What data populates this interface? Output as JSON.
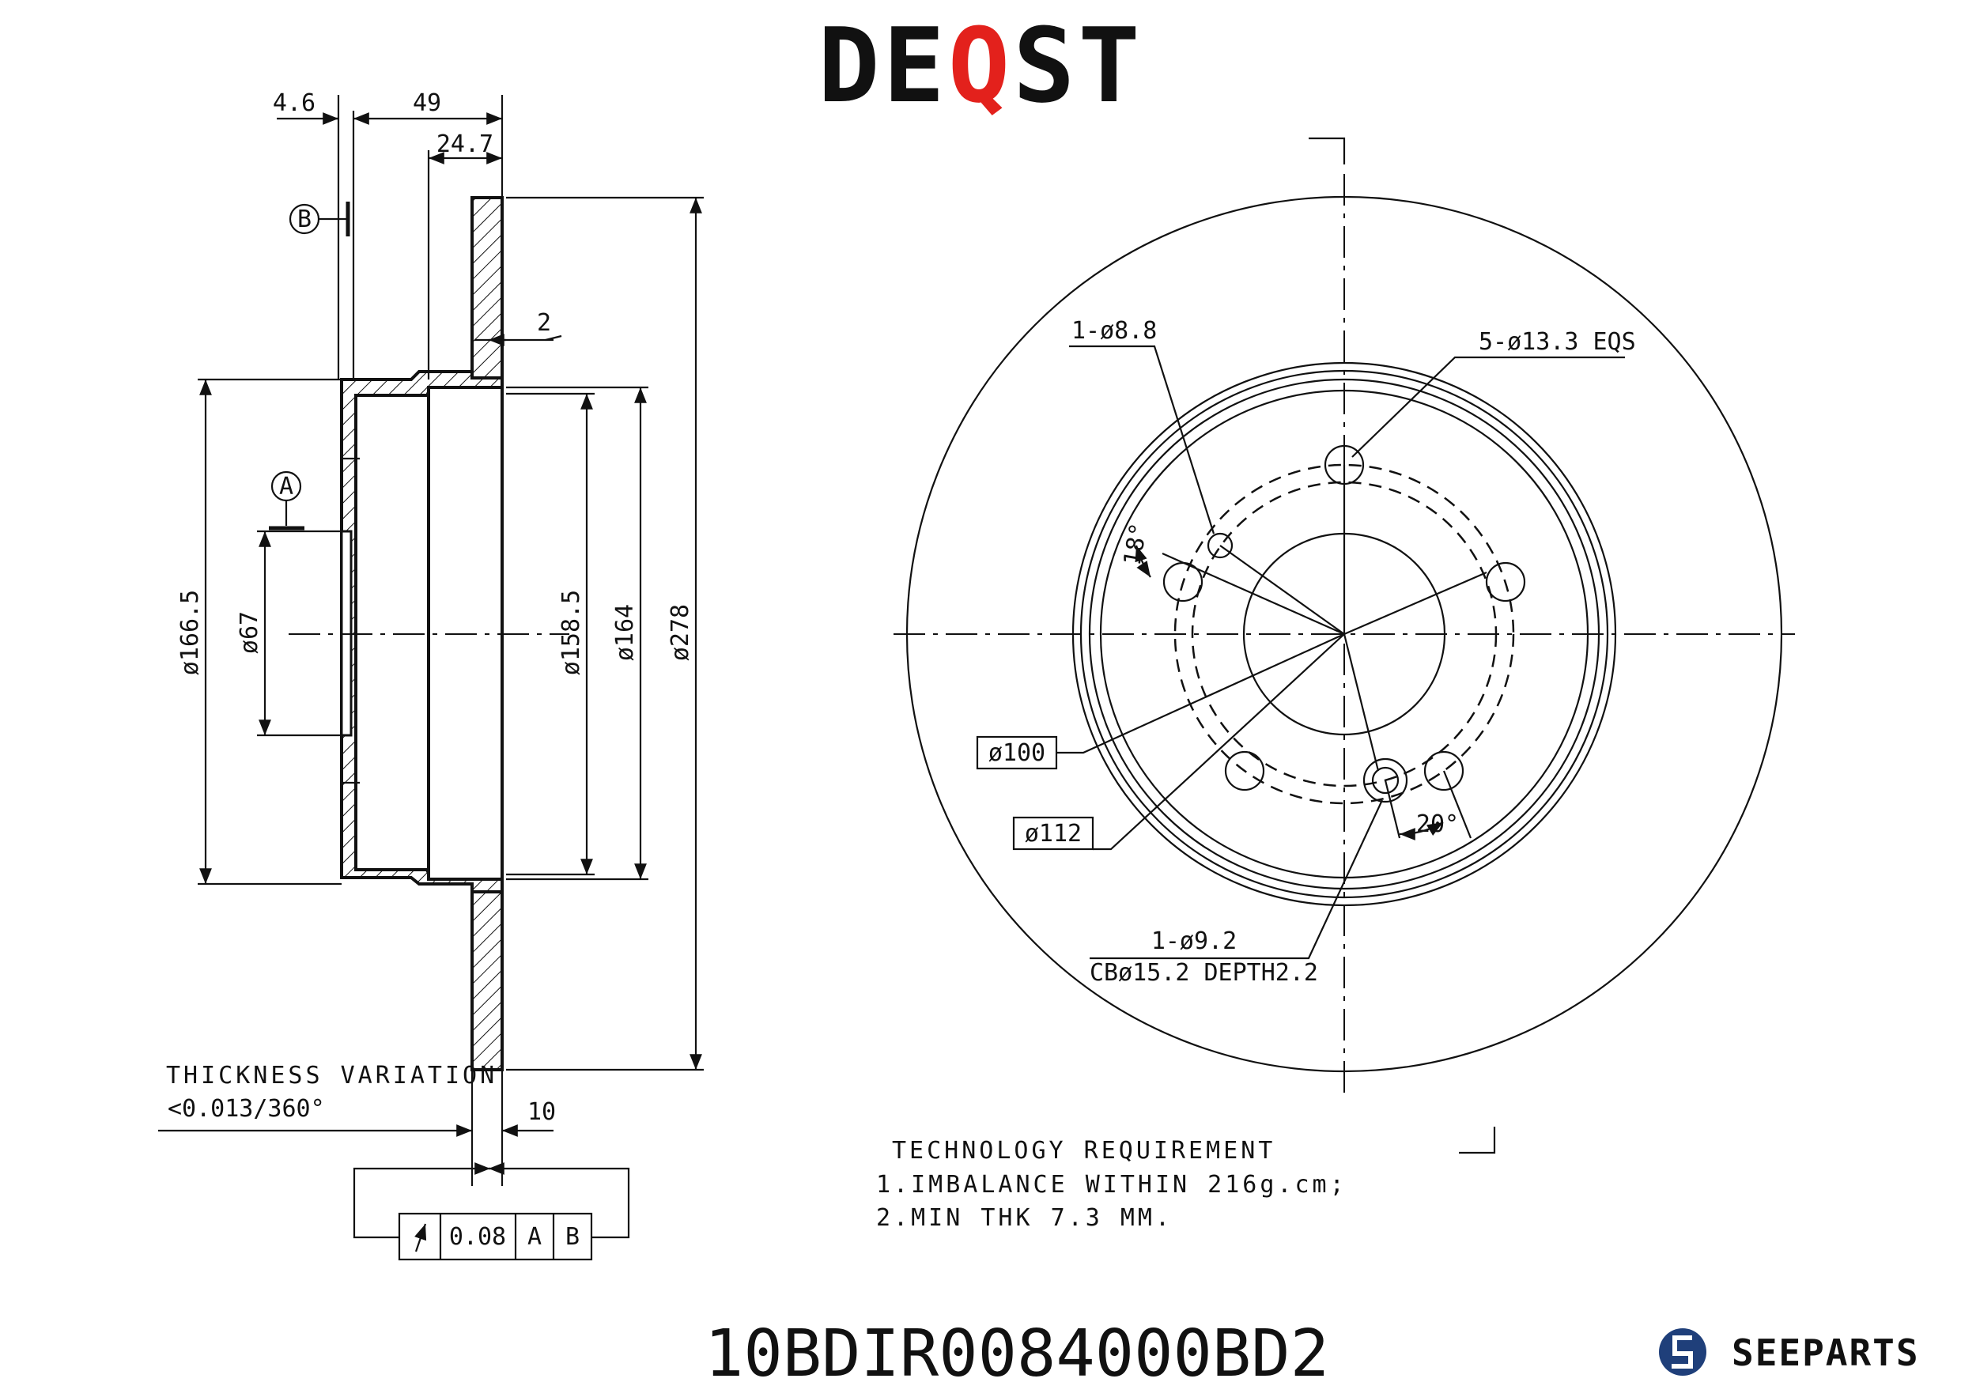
{
  "brand": {
    "prefix": "DE",
    "accent": "Q",
    "suffix": "ST",
    "accent_color": "#e3211c",
    "text_color": "#111111"
  },
  "side_view": {
    "dims": {
      "d_4_6": "4.6",
      "d_49": "49",
      "d_24_7": "24.7",
      "d_2": "2",
      "d_166_5": "ø166.5",
      "d_67": "ø67",
      "d_158_5": "ø158.5",
      "d_164": "ø164",
      "d_278": "ø278",
      "d_10": "10"
    },
    "datum_a": "A",
    "datum_b": "B",
    "thickness_title": "THICKNESS VARIATION",
    "thickness_value": "<0.013/360°",
    "tolerance": {
      "value": "0.08",
      "ref_a": "A",
      "ref_b": "B"
    }
  },
  "front_view": {
    "hole_small": "1-ø8.8",
    "holes_bolt": "5-ø13.3 EQS",
    "angle_18": "18°",
    "angle_20": "20°",
    "pcd_100": "ø100",
    "pcd_112": "ø112",
    "cb_hole_1": "1-ø9.2",
    "cb_hole_2": "CBø15.2 DEPTH2.2"
  },
  "requirements": {
    "title": "TECHNOLOGY REQUIREMENT",
    "line1": "1.IMBALANCE WITHIN 216g.cm;",
    "line2": "2.MIN THK 7.3 MM."
  },
  "part_number": "10BDIR0084000BD2",
  "seeparts": {
    "label": "SEEPARTS",
    "color": "#1f3f7a"
  }
}
